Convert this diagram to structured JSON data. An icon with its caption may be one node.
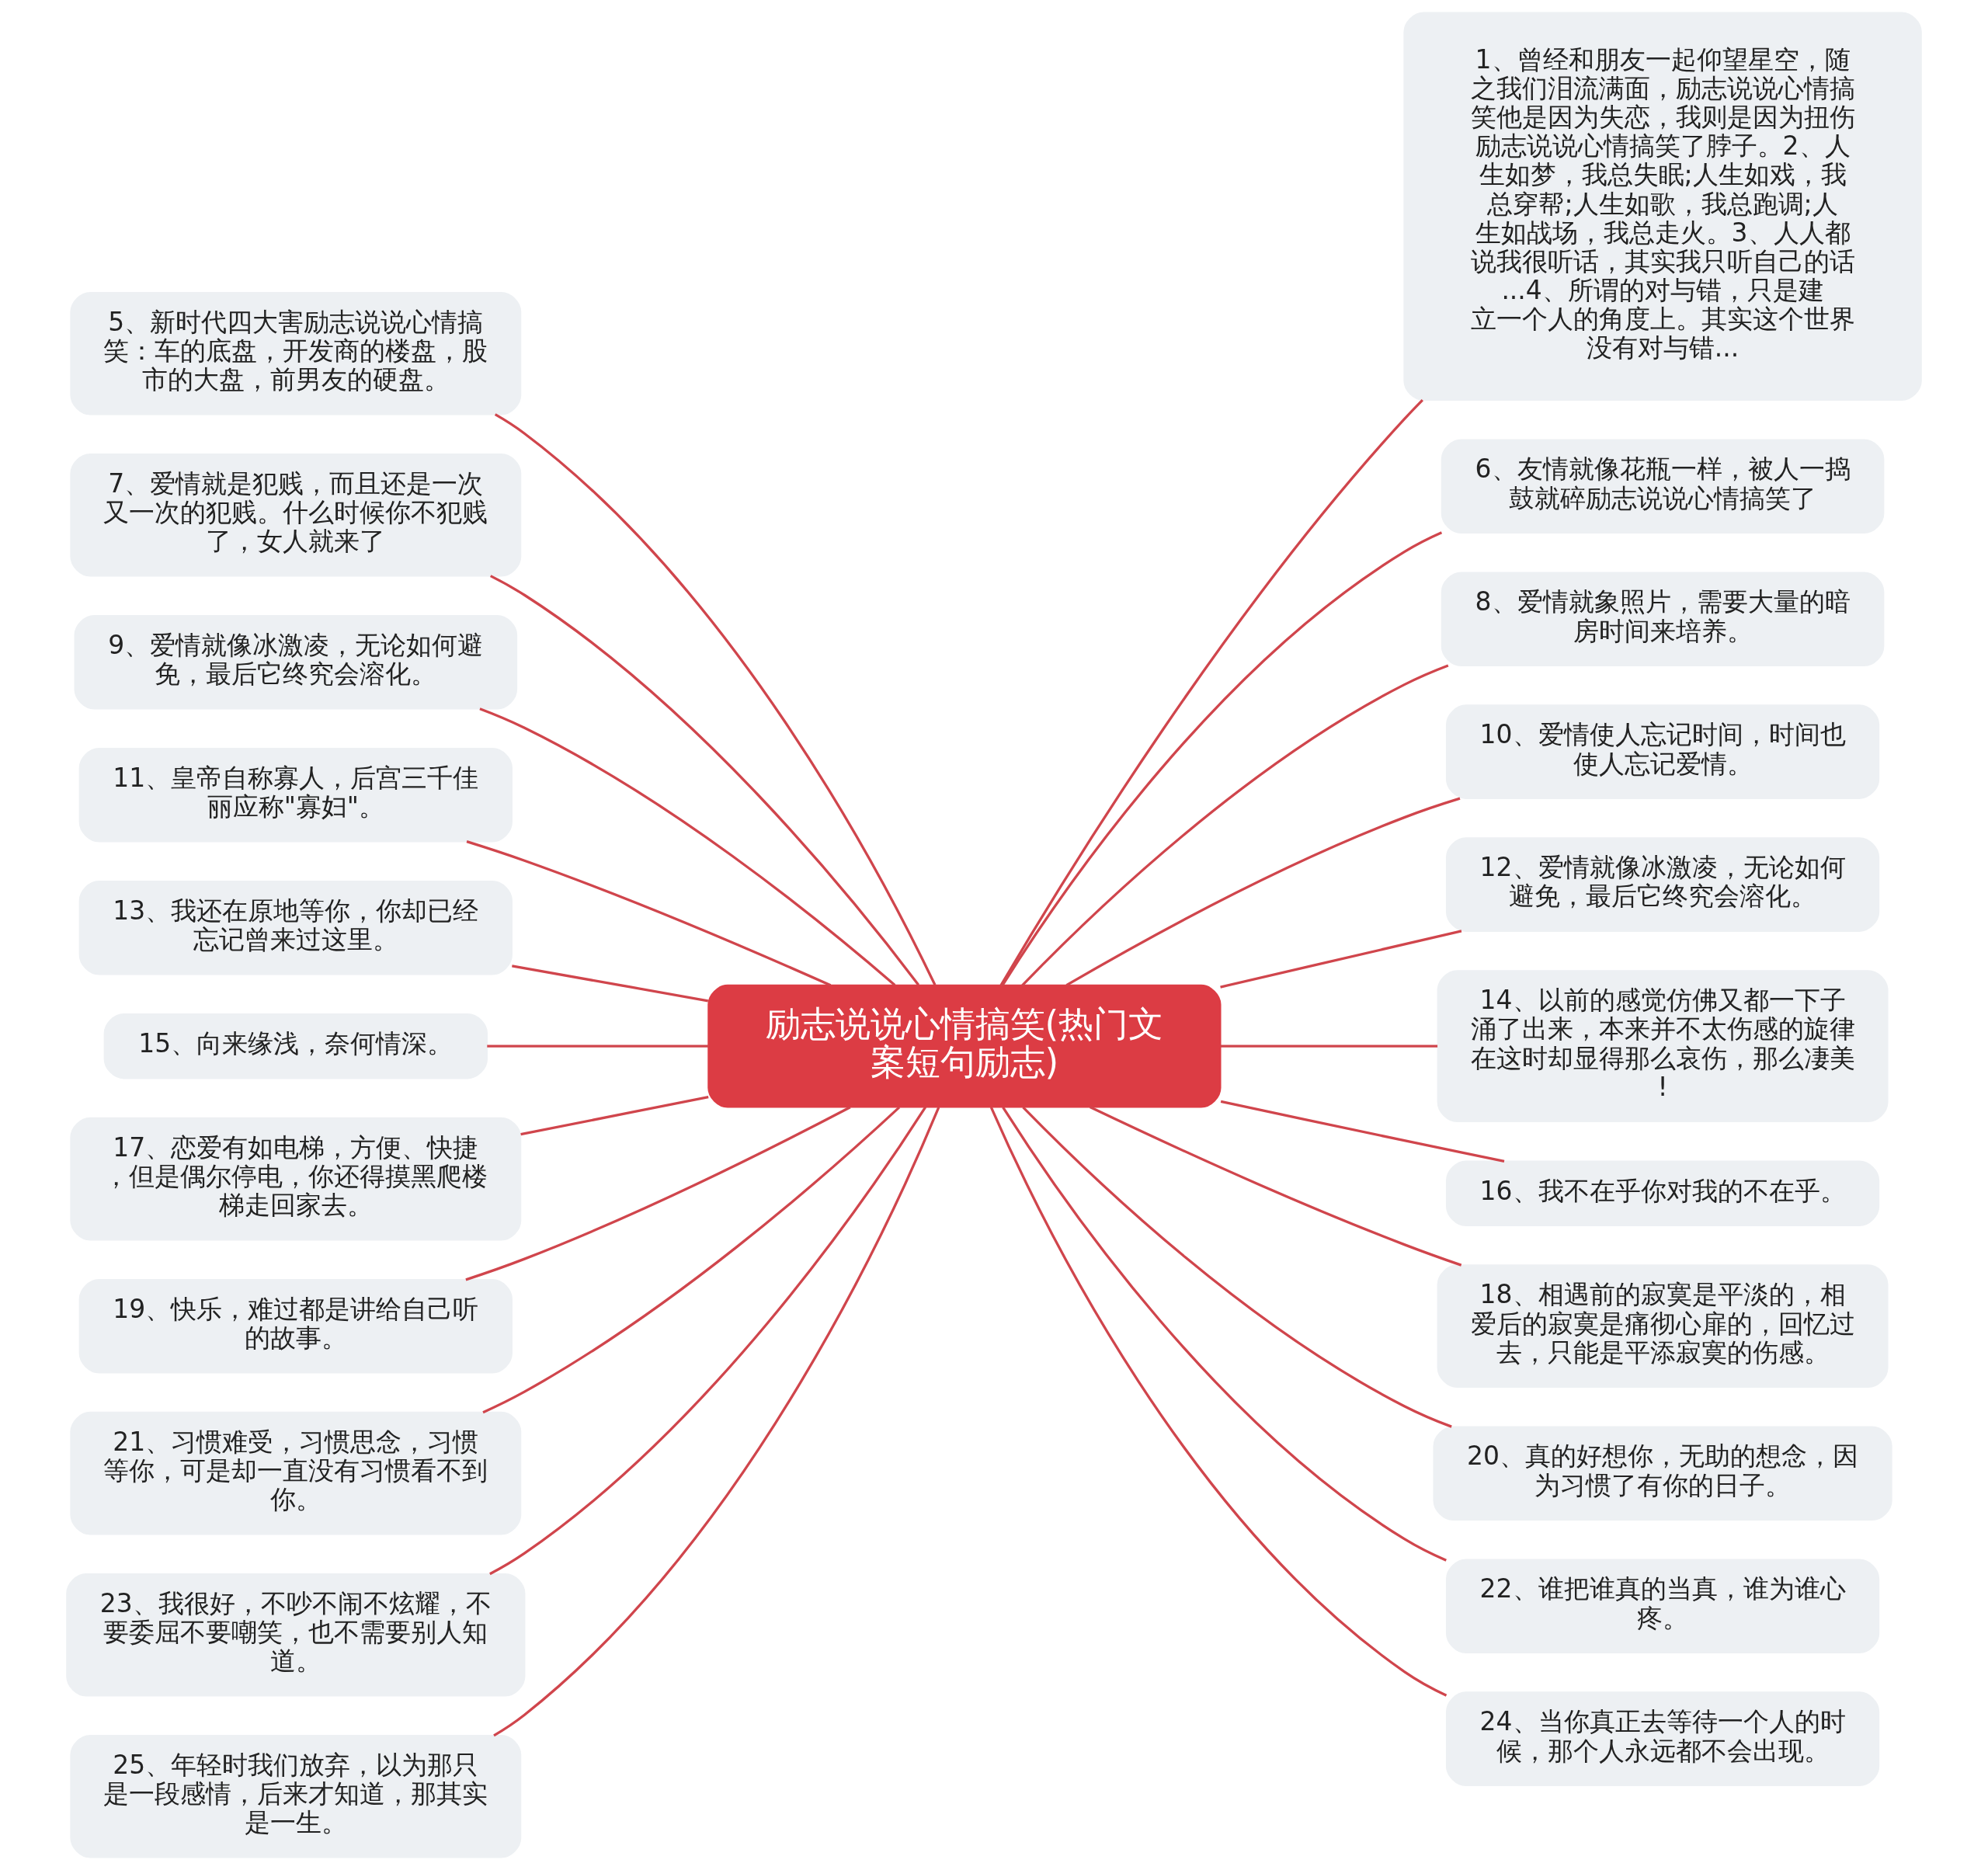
{
  "diagram": {
    "nodes": [
      {
        "text": [
          "励志说说心情搞笑(热门文案短句励志)"
        ]
      },
      {
        "text": [
          "1、曾经和朋友一起仰望星空，随之我们泪流满面，励志说说心情搞笑他是因为失恋，我则是因为扭伤励志说说心情搞笑了脖子。2、人生如梦，我总失眠;人生如戏，我总穿帮;人生如歌，我总跑调;人生如战场，我总走火。3、人人都说我很听话，其实我只听自己的话...4、所谓的对与错，只是建立一个人的角度上。其实这个世界没有对与错..."
        ]
      },
      {
        "text": [
          "5、新时代四大害励志说说心情搞笑：车的底盘，开发商的楼盘，股市的大盘，前男友的硬盘。"
        ]
      },
      {
        "text": [
          "6、友情就像花瓶一样，被人一捣鼓就碎励志说说心情搞笑了"
        ]
      },
      {
        "text": [
          "7、爱情就是犯贱，而且还是一次又一次的犯贱。什么时候你不犯贱了，女人就来了"
        ]
      },
      {
        "text": [
          "8、爱情就象照片，需要大量的暗房时间来培养。"
        ]
      },
      {
        "text": [
          "9、爱情就像冰激凌，无论如何避免，最后它终究会溶化。"
        ]
      },
      {
        "text": [
          "10、爱情使人忘记时间，时间也使人忘记爱情。"
        ]
      },
      {
        "text": [
          "11、皇帝自称寡人，后宫三千佳丽应称\"寡妇\"。"
        ]
      },
      {
        "text": [
          "12、爱情就像冰激凌，无论如何避免，最后它终究会溶化。"
        ]
      },
      {
        "text": [
          "13、我还在原地等你，你却已经忘记曾来过这里。"
        ]
      },
      {
        "text": [
          "14、以前的感觉仿佛又都一下子涌了出来，本来并不太伤感的旋律在这时却显得那么哀伤，那么凄美!"
        ]
      },
      {
        "text": [
          "15、向来缘浅，奈何情深。"
        ]
      },
      {
        "text": [
          "16、我不在乎你对我的不在乎。"
        ]
      },
      {
        "text": [
          "17、恋爱有如电梯，方便、快捷，但是偶尔停电，你还得摸黑爬楼梯走回家去。"
        ]
      },
      {
        "text": [
          "18、相遇前的寂寞是平淡的，相爱后的寂寞是痛彻心扉的，回忆过去，只能是平添寂寞的伤感。"
        ]
      },
      {
        "text": [
          "19、快乐，难过都是讲给自己听的故事。"
        ]
      },
      {
        "text": [
          "20、真的好想你，无助的想念，因为习惯了有你的日子。"
        ]
      },
      {
        "text": [
          "21、习惯难受，习惯思念，习惯等你，可是却一直没有习惯看不到你。"
        ]
      },
      {
        "text": [
          "22、谁把谁真的当真，谁为谁心疼。"
        ]
      },
      {
        "text": [
          "23、我很好，不吵不闹不炫耀，不要委屈不要嘲笑，也不需要别人知道。"
        ]
      },
      {
        "text": [
          "24、当你真正去等待一个人的时候，那个人永远都不会出现。"
        ]
      },
      {
        "text": [
          "25、年轻时我们放弃，以为那只是一段感情，后来才知道，那其实是一生。"
        ]
      }
    ],
    "edges": [
      {
        "from": 0,
        "to": 1,
        "arrow": "none"
      },
      {
        "from": 0,
        "to": 2,
        "arrow": "none"
      },
      {
        "from": 0,
        "to": 3,
        "arrow": "none"
      },
      {
        "from": 0,
        "to": 4,
        "arrow": "none"
      },
      {
        "from": 0,
        "to": 5,
        "arrow": "none"
      },
      {
        "from": 0,
        "to": 6,
        "arrow": "none"
      },
      {
        "from": 0,
        "to": 7,
        "arrow": "none"
      },
      {
        "from": 0,
        "to": 8,
        "arrow": "none"
      },
      {
        "from": 0,
        "to": 9,
        "arrow": "none"
      },
      {
        "from": 0,
        "to": 10,
        "arrow": "none"
      },
      {
        "from": 0,
        "to": 11,
        "arrow": "none"
      },
      {
        "from": 0,
        "to": 12,
        "arrow": "none"
      },
      {
        "from": 0,
        "to": 13,
        "arrow": "none"
      },
      {
        "from": 0,
        "to": 14,
        "arrow": "none"
      },
      {
        "from": 0,
        "to": 15,
        "arrow": "none"
      },
      {
        "from": 0,
        "to": 16,
        "arrow": "none"
      },
      {
        "from": 0,
        "to": 17,
        "arrow": "none"
      },
      {
        "from": 0,
        "to": 18,
        "arrow": "none"
      },
      {
        "from": 0,
        "to": 19,
        "arrow": "none"
      },
      {
        "from": 0,
        "to": 20,
        "arrow": "none"
      },
      {
        "from": 0,
        "to": 21,
        "arrow": "none"
      },
      {
        "from": 0,
        "to": 22,
        "arrow": "none"
      }
    ]
  }
}
